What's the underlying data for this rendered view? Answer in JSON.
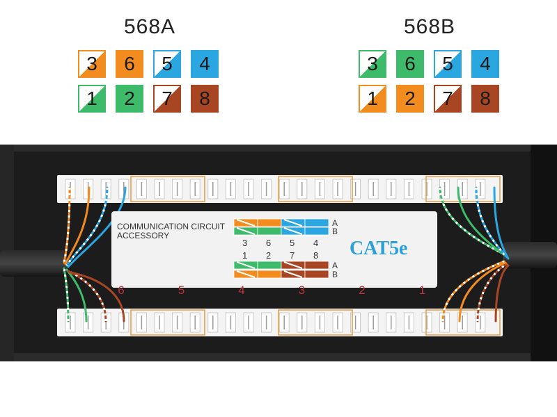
{
  "standards": [
    {
      "title": "568A",
      "rows": [
        [
          {
            "num": "3",
            "color": "#f28c1e",
            "striped": true
          },
          {
            "num": "6",
            "color": "#f28c1e",
            "striped": false
          },
          {
            "num": "5",
            "color": "#2aa6e0",
            "striped": true
          },
          {
            "num": "4",
            "color": "#2aa6e0",
            "striped": false
          }
        ],
        [
          {
            "num": "1",
            "color": "#3dba6a",
            "striped": true
          },
          {
            "num": "2",
            "color": "#3dba6a",
            "striped": false
          },
          {
            "num": "7",
            "color": "#a84624",
            "striped": true
          },
          {
            "num": "8",
            "color": "#a84624",
            "striped": false
          }
        ]
      ]
    },
    {
      "title": "568B",
      "rows": [
        [
          {
            "num": "3",
            "color": "#3dba6a",
            "striped": true
          },
          {
            "num": "6",
            "color": "#3dba6a",
            "striped": false
          },
          {
            "num": "5",
            "color": "#2aa6e0",
            "striped": true
          },
          {
            "num": "4",
            "color": "#2aa6e0",
            "striped": false
          }
        ],
        [
          {
            "num": "1",
            "color": "#f28c1e",
            "striped": true
          },
          {
            "num": "2",
            "color": "#f28c1e",
            "striped": false
          },
          {
            "num": "7",
            "color": "#a84624",
            "striped": true
          },
          {
            "num": "8",
            "color": "#a84624",
            "striped": false
          }
        ]
      ]
    }
  ],
  "label": {
    "line1": "COMMUNICATION CIRCUIT",
    "line2": "ACCESSORY",
    "product": "CAT5e",
    "row_a": "A",
    "row_b": "B",
    "top_pins": [
      "3",
      "6",
      "5",
      "4"
    ],
    "bottom_pins": [
      "1",
      "2",
      "7",
      "8"
    ],
    "code_a_top": [
      "#f28c1e",
      "#f28c1e",
      "#2aa6e0",
      "#2aa6e0"
    ],
    "code_b_top": [
      "#3dba6a",
      "#3dba6a",
      "#2aa6e0",
      "#2aa6e0"
    ],
    "code_a_bottom": [
      "#3dba6a",
      "#3dba6a",
      "#a84624",
      "#a84624"
    ],
    "code_b_bottom": [
      "#f28c1e",
      "#f28c1e",
      "#a84624",
      "#a84624"
    ]
  },
  "port_numbers": [
    "6",
    "5",
    "4",
    "3",
    "2",
    "1"
  ],
  "colors": {
    "orange": "#f28c1e",
    "green": "#3dba6a",
    "blue": "#2aa6e0",
    "brown": "#a84624",
    "port_number": "#c0323a",
    "product": "#2a9fd8",
    "panel": "#1c1c1c",
    "highlight": "#e8a04a"
  }
}
